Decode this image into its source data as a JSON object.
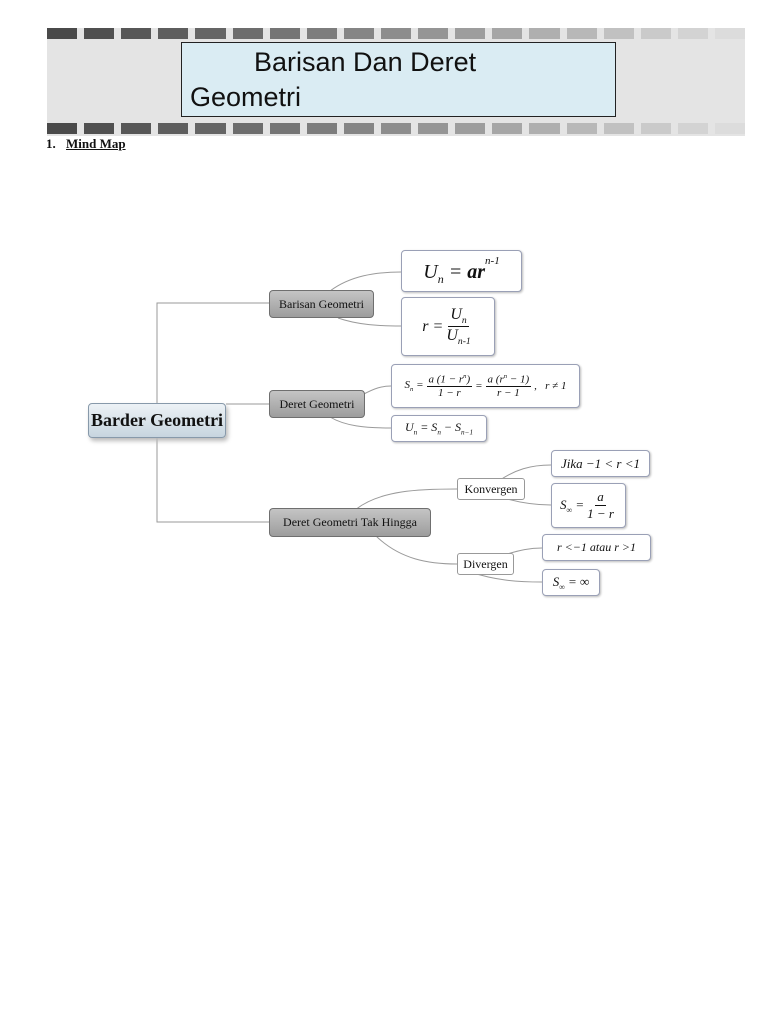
{
  "header": {
    "title_line1": "Barisan Dan Deret",
    "title_line2": "Geometri"
  },
  "section": {
    "number": "1.",
    "label": "Mind Map"
  },
  "mindmap": {
    "root": "Barder Geometri",
    "branch1": "Barisan Geometri",
    "branch2": "Deret Geometri",
    "branch3": "Deret Geometri Tak Hingga",
    "sub_konvergen": "Konvergen",
    "sub_divergen": "Divergen"
  }
}
